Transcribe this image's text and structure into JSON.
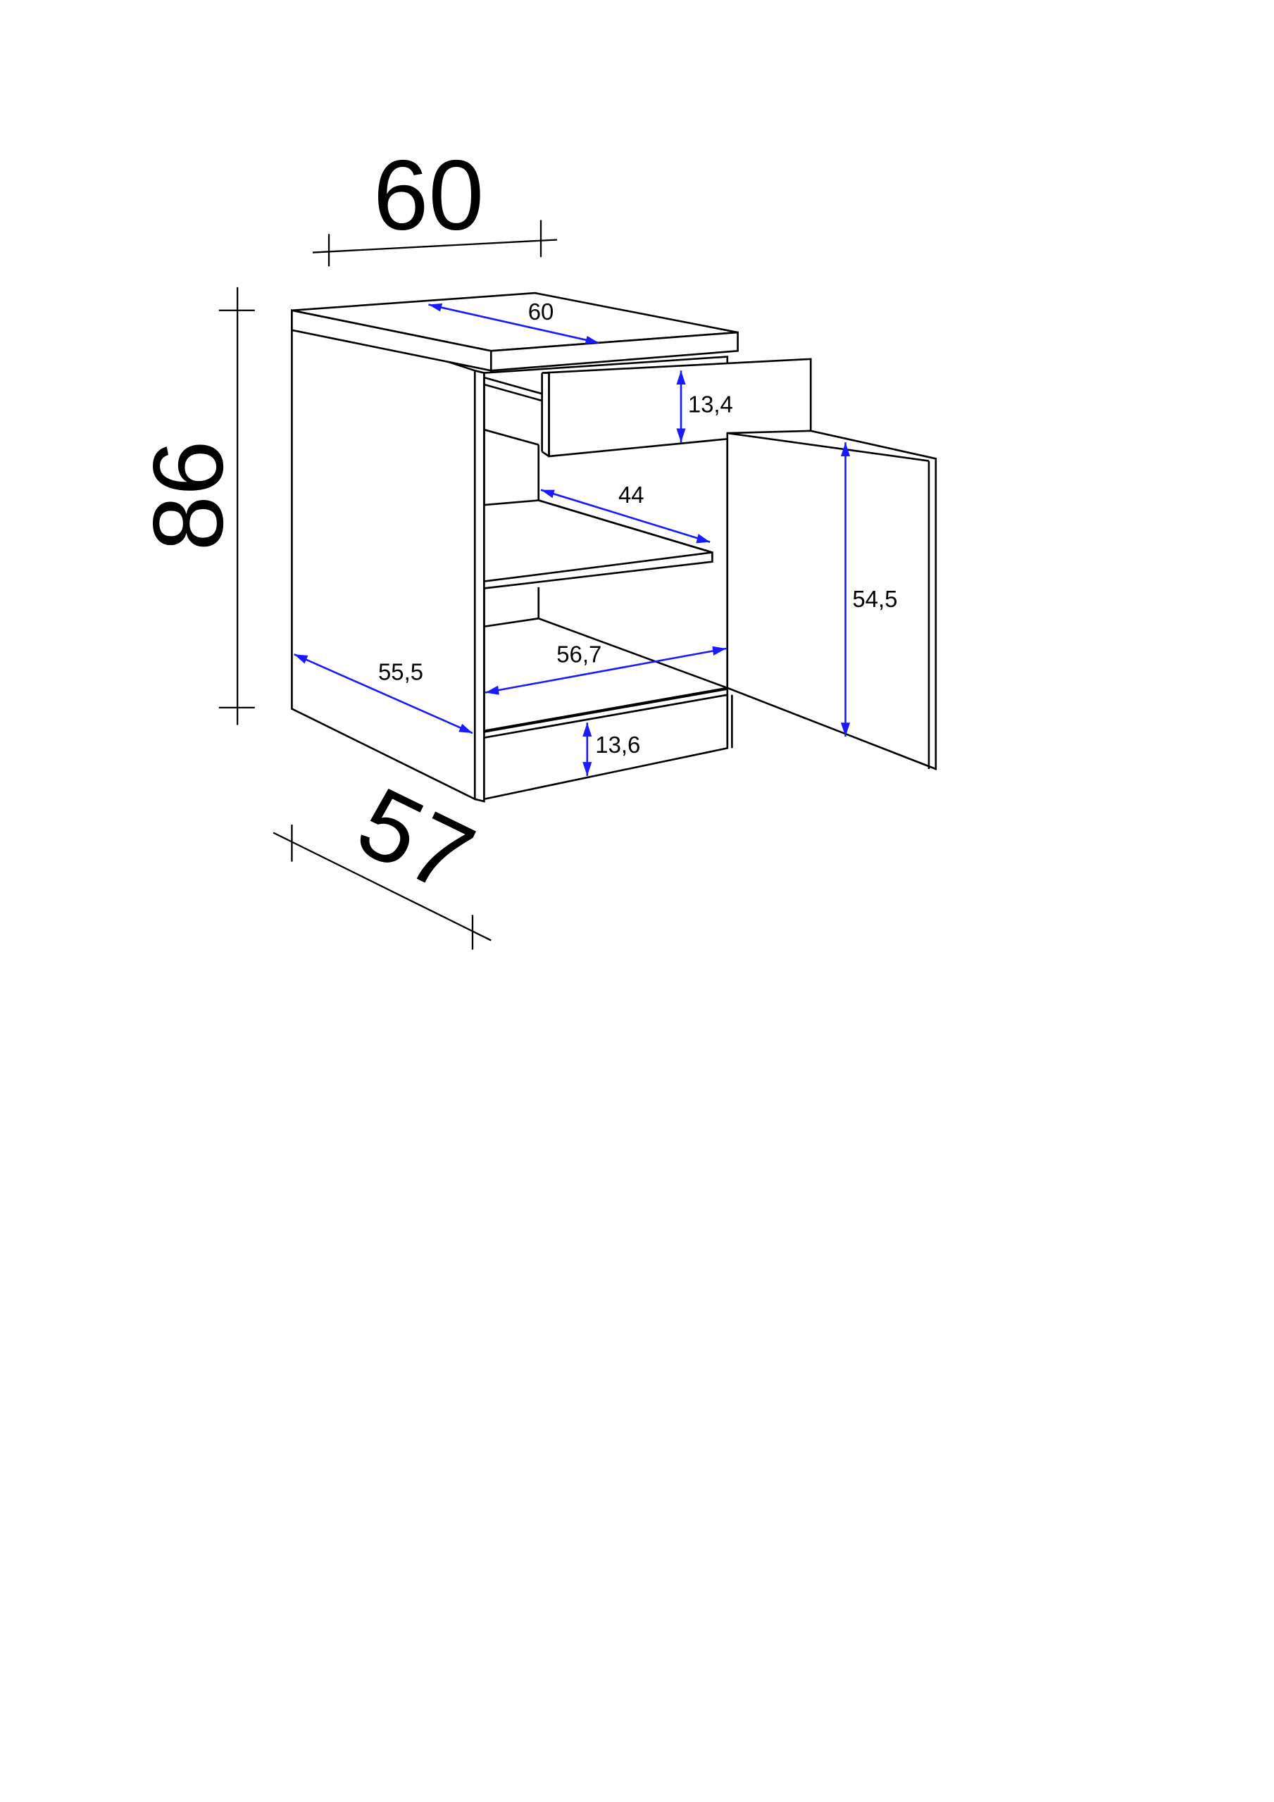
{
  "diagram": {
    "title": "Base cabinet with drawer and door — dimension drawing",
    "colors": {
      "line": "#000000",
      "dimension_arrow": "#1a1aff",
      "background": "#ffffff"
    },
    "overall_dimensions": {
      "width": "60",
      "height": "86",
      "depth": "57"
    },
    "inner_dimensions": {
      "worktop_width": "60",
      "drawer_height": "13,4",
      "shelf_depth": "44",
      "door_height": "54,5",
      "side_depth": "55,5",
      "inner_width": "56,7",
      "plinth_height": "13,6"
    }
  }
}
